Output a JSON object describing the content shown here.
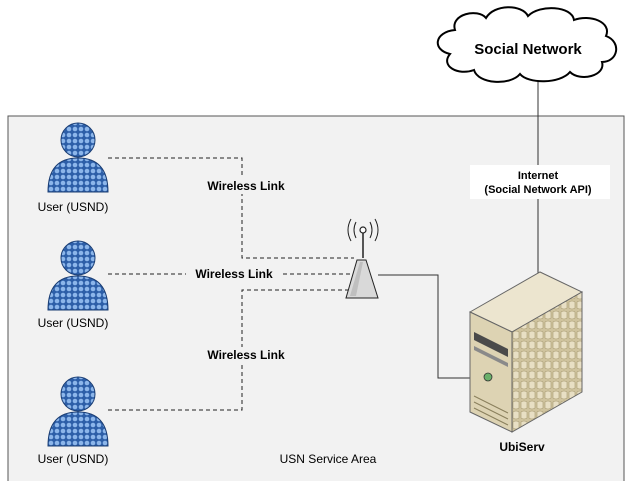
{
  "cloud": {
    "label": "Social Network"
  },
  "internet": {
    "line1": "Internet",
    "line2": "(Social Network API)"
  },
  "users": [
    {
      "label": "User (USND)"
    },
    {
      "label": "User (USND)"
    },
    {
      "label": "User (USND)"
    }
  ],
  "links": [
    {
      "label": "Wireless Link"
    },
    {
      "label": "Wireless Link"
    },
    {
      "label": "Wireless Link"
    }
  ],
  "server": {
    "label": "UbiServ"
  },
  "area": {
    "label": "USN Service Area"
  },
  "colors": {
    "area_fill": "#f2f2f2",
    "area_stroke": "#555555",
    "user_body": "#5b8fd6",
    "user_dots": "#9fc2ee",
    "server_front": "#ddd3b3",
    "server_side": "#c9bc95"
  }
}
